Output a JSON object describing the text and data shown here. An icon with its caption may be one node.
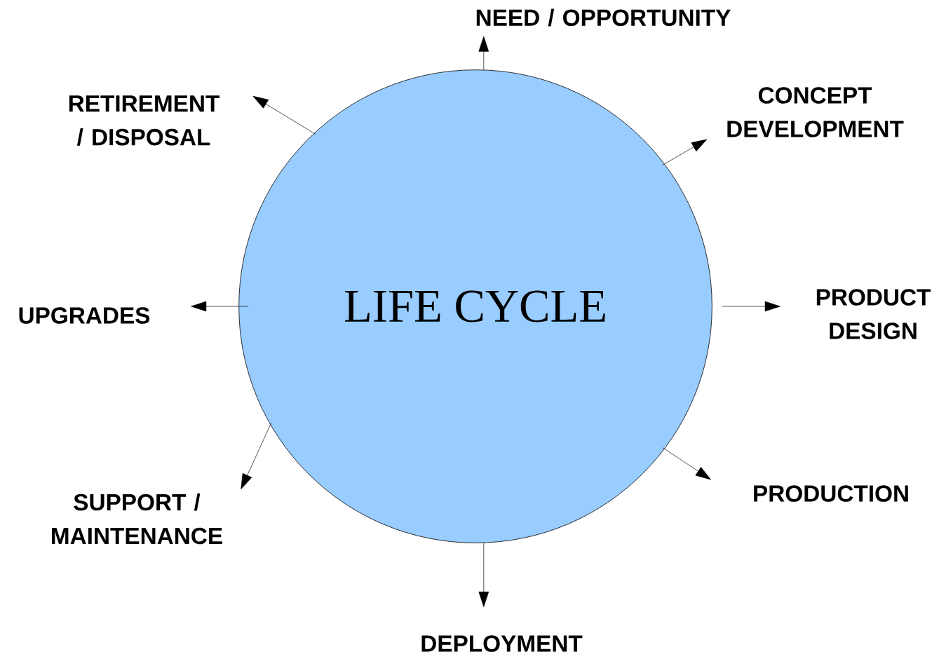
{
  "diagram": {
    "nodes": [
      {
        "text": [
          "LIFE CYCLE"
        ]
      },
      {
        "text": [
          "NEED / OPPORTUNITY"
        ]
      },
      {
        "text": [
          "CONCEPT DEVELOPMENT"
        ]
      },
      {
        "text": [
          "PRODUCT DESIGN"
        ]
      },
      {
        "text": [
          "PRODUCTION"
        ]
      },
      {
        "text": [
          "DEPLOYMENT"
        ]
      },
      {
        "text": [
          "SUPPORT / MAINTENANCE"
        ]
      },
      {
        "text": [
          "UPGRADES"
        ]
      },
      {
        "text": [
          "RETIREMENT / DISPOSAL"
        ]
      }
    ],
    "edges": [
      {
        "from": 0,
        "to": 1,
        "arrow": "to"
      },
      {
        "from": 0,
        "to": 2,
        "arrow": "to"
      },
      {
        "from": 0,
        "to": 3,
        "arrow": "to"
      },
      {
        "from": 0,
        "to": 4,
        "arrow": "to"
      },
      {
        "from": 0,
        "to": 5,
        "arrow": "to"
      },
      {
        "from": 0,
        "to": 6,
        "arrow": "to"
      },
      {
        "from": 0,
        "to": 7,
        "arrow": "to"
      },
      {
        "from": 0,
        "to": 8,
        "arrow": "to"
      }
    ]
  }
}
